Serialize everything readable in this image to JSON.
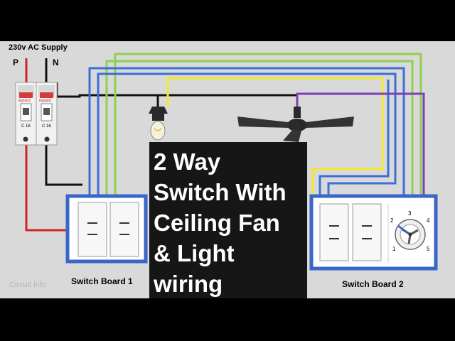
{
  "supply": {
    "label": "230v AC Supply",
    "phase": "P",
    "neutral": "N"
  },
  "breakers": [
    {
      "brand": "legrand",
      "rating": "C 16"
    },
    {
      "brand": "legrand",
      "rating": "C 16"
    }
  ],
  "switch_board_1": {
    "label": "Switch Board 1"
  },
  "switch_board_2": {
    "label": "Switch Board 2"
  },
  "regulator": {
    "positions": [
      "1",
      "2",
      "3",
      "4",
      "5"
    ]
  },
  "title_lines": [
    "2 Way",
    "Switch With",
    "Ceiling Fan",
    "& Light",
    "wiring"
  ],
  "watermark": "Circuit info",
  "wire_colors": {
    "phase": "#d32222",
    "neutral": "#111111",
    "blue": "#3b6fd8",
    "green": "#8fd14f",
    "yellow": "#f2ea2c",
    "purple": "#7b3fb8"
  }
}
